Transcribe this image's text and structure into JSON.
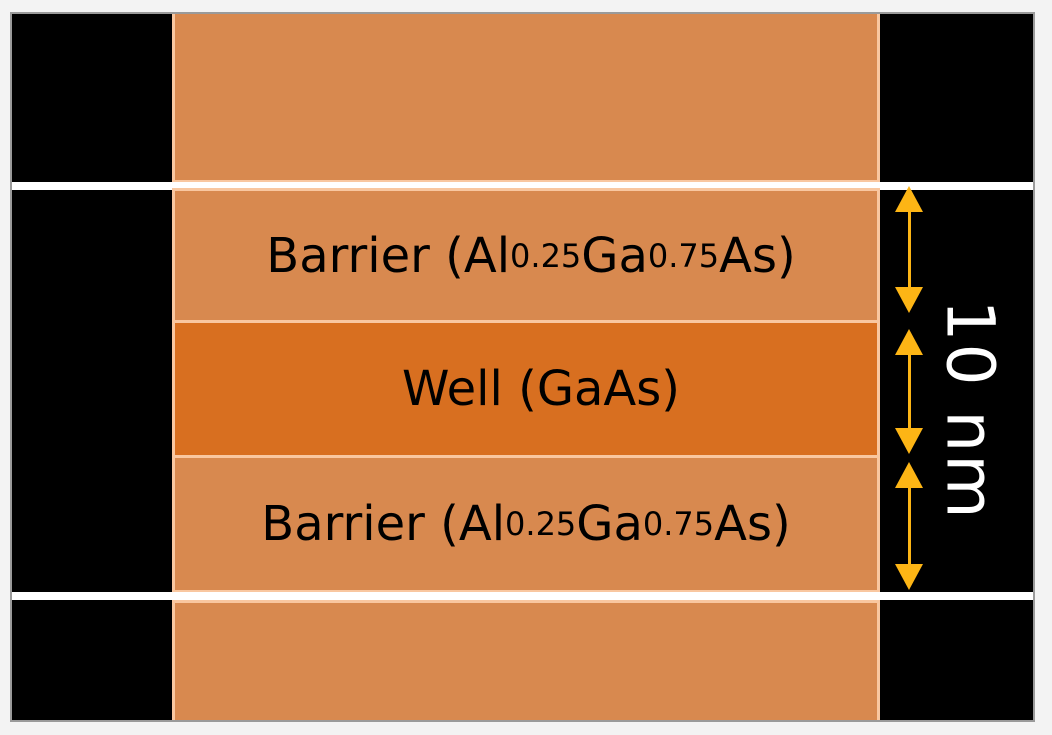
{
  "diagram": {
    "title": "",
    "layers": [
      {
        "id": "top-substrate",
        "label": "",
        "color": "#d8894f"
      },
      {
        "id": "barrier-top",
        "label": "Barrier",
        "material_prefix": "(Al",
        "al_fraction": "0.25",
        "ga": "Ga",
        "ga_fraction": "0.75",
        "suffix": "As)",
        "color": "#d8894f"
      },
      {
        "id": "well",
        "label": "Well (GaAs)",
        "color": "#d86f20"
      },
      {
        "id": "barrier-bottom",
        "label": "Barrier",
        "material_prefix": "(Al",
        "al_fraction": "0.25",
        "ga": "Ga",
        "ga_fraction": "0.75",
        "suffix": "As)",
        "color": "#d8894f"
      },
      {
        "id": "bottom-substrate",
        "label": "",
        "color": "#d8894f"
      }
    ],
    "dimension": {
      "label": "10 nm",
      "arrow_color": "#fdb515",
      "text_color": "#ffffff"
    },
    "colors": {
      "background": "#000000",
      "separator": "#ffffff",
      "cell_border": "#f9c7a0"
    }
  }
}
